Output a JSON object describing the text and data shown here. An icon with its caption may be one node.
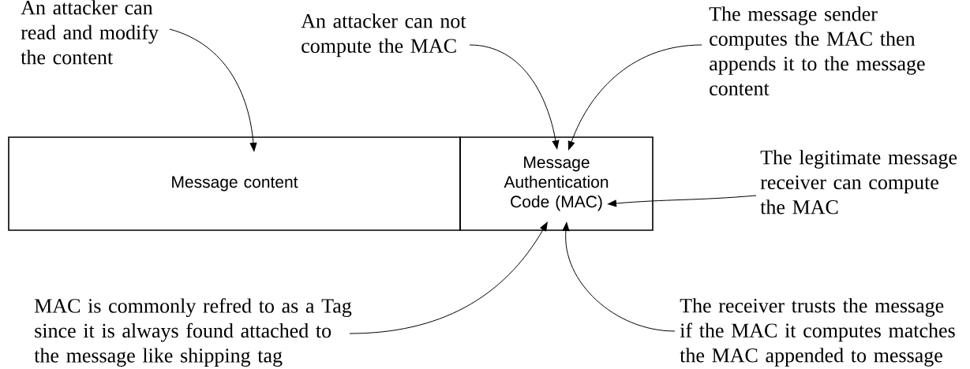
{
  "diagram": {
    "nodes": [
      {
        "text": [
          "Message content"
        ]
      },
      {
        "text": [
          "Message Authentication Code (MAC)"
        ]
      },
      {
        "text": [
          "An attacker can read and modify the content"
        ]
      },
      {
        "text": [
          "An attacker can not compute the MAC"
        ]
      },
      {
        "text": [
          "The message sender computes the MAC then appends it to the message content"
        ]
      },
      {
        "text": [
          "The legitimate message receiver can compute the MAC"
        ]
      },
      {
        "text": [
          "MAC is commonly refred to as a Tag since it is always found attached to the message like shipping tag"
        ]
      },
      {
        "text": [
          "The receiver trusts the message if the MAC it computes matches the MAC appended to message"
        ]
      }
    ],
    "edges": [
      {
        "from": 2,
        "to": 0,
        "arrow": "to"
      },
      {
        "from": 3,
        "to": 1,
        "arrow": "to"
      },
      {
        "from": 4,
        "to": 1,
        "arrow": "to"
      },
      {
        "from": 5,
        "to": 1,
        "arrow": "to"
      },
      {
        "from": 6,
        "to": 1,
        "arrow": "to"
      },
      {
        "from": 7,
        "to": 1,
        "arrow": "to"
      }
    ]
  }
}
